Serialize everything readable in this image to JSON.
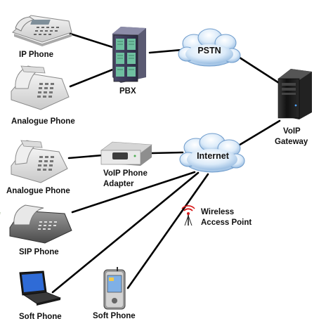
{
  "diagram": {
    "nodes": {
      "ip_phone": {
        "label": "IP Phone",
        "icon": "ip-phone-icon"
      },
      "analogue_phone_top": {
        "label": "Analogue Phone",
        "icon": "analogue-phone-icon"
      },
      "pbx": {
        "label": "PBX",
        "icon": "pbx-cabinet-icon"
      },
      "pstn": {
        "label": "PSTN",
        "icon": "cloud-icon"
      },
      "voip_gateway": {
        "label_line1": "VoIP",
        "label_line2": "Gateway",
        "icon": "server-tower-icon"
      },
      "analogue_phone_mid": {
        "label": "Analogue Phone",
        "icon": "analogue-phone-icon"
      },
      "voip_adapter": {
        "label_line1": "VoIP Phone",
        "label_line2": "Adapter",
        "icon": "voip-adapter-icon"
      },
      "internet": {
        "label": "Internet",
        "icon": "cloud-icon"
      },
      "wireless_ap": {
        "label_line1": "Wireless",
        "label_line2": "Access Point",
        "icon": "wireless-antenna-icon"
      },
      "sip_phone": {
        "label": "SIP Phone",
        "icon": "sip-phone-icon"
      },
      "soft_phone_laptop": {
        "label": "Soft Phone",
        "icon": "laptop-icon"
      },
      "soft_phone_pda": {
        "label": "Soft Phone",
        "icon": "pda-icon"
      }
    },
    "connections": [
      [
        "ip_phone",
        "pbx"
      ],
      [
        "analogue_phone_top",
        "pbx"
      ],
      [
        "pbx",
        "pstn"
      ],
      [
        "pstn",
        "voip_gateway"
      ],
      [
        "voip_gateway",
        "internet"
      ],
      [
        "analogue_phone_mid",
        "voip_adapter"
      ],
      [
        "voip_adapter",
        "internet"
      ],
      [
        "internet",
        "sip_phone"
      ],
      [
        "internet",
        "soft_phone_laptop"
      ],
      [
        "internet",
        "soft_phone_pda"
      ]
    ],
    "colors": {
      "line": "#000000",
      "cloud_fill": "#d8e8f8",
      "cloud_edge": "#6f9ccc",
      "antenna_red": "#d81818"
    }
  }
}
